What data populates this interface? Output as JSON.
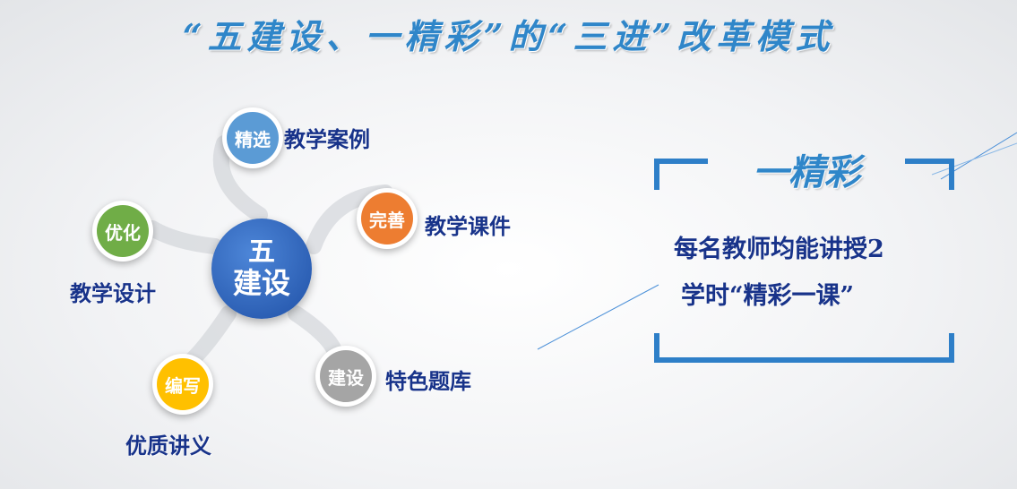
{
  "title": "“五建设、一精彩”的“三进”改革模式",
  "center": {
    "line1": "五",
    "line2": "建设"
  },
  "nodes": [
    {
      "badge": "精选",
      "label": "教学案例",
      "color": "#5b9bd5"
    },
    {
      "badge": "完善",
      "label": "教学课件",
      "color": "#ed7d31"
    },
    {
      "badge": "建设",
      "label": "特色题库",
      "color": "#a5a5a5"
    },
    {
      "badge": "编写",
      "label": "优质讲义",
      "color": "#ffc000"
    },
    {
      "badge": "优化",
      "label": "教学设计",
      "color": "#70ad47"
    }
  ],
  "panel": {
    "title": "一精彩",
    "line1": "每名教师均能讲授2",
    "line2": "学时“精彩一课”"
  }
}
